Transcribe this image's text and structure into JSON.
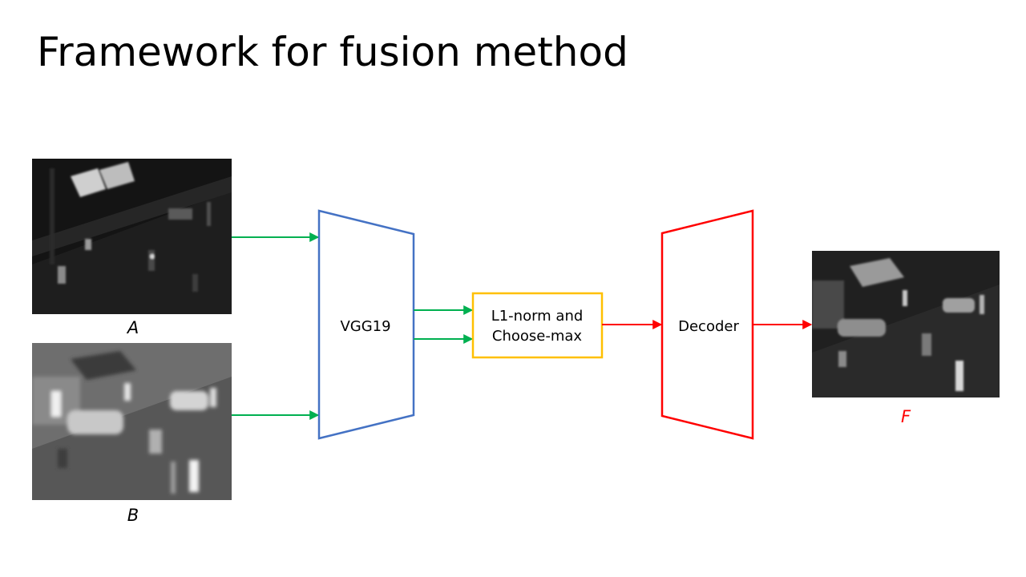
{
  "slide": {
    "title": "Framework for fusion method"
  },
  "inputs": {
    "a_label": "A",
    "b_label": "B"
  },
  "encoder": {
    "label": "VGG19"
  },
  "fusion": {
    "line1": "L1-norm and",
    "line2": "Choose-max"
  },
  "decoder": {
    "label": "Decoder"
  },
  "output": {
    "label": "F"
  },
  "colors": {
    "encoder": "#4472c4",
    "fusion": "#ffc000",
    "decoder": "#ff0000",
    "green_arrow": "#00b050",
    "red_arrow": "#ff0000",
    "output_label": "#ff0000"
  }
}
